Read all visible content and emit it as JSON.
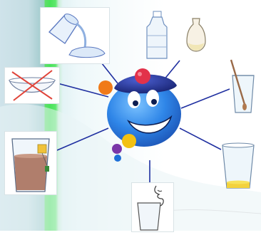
{
  "scene": {
    "character": "blue-smiling-blob-mascot-with-beret",
    "items": [
      {
        "id": "water-pouring-jug",
        "icon": "pouring-glass-icon"
      },
      {
        "id": "plastic-bottle",
        "icon": "bottle-icon"
      },
      {
        "id": "glass-vase",
        "icon": "vase-icon"
      },
      {
        "id": "crossed-out-bowl",
        "icon": "crossed-bowl-icon"
      },
      {
        "id": "glass-with-spoon",
        "icon": "spoon-glass-icon"
      },
      {
        "id": "tea-glass",
        "icon": "tea-glass-icon"
      },
      {
        "id": "glass-with-oil",
        "icon": "oil-glass-icon"
      },
      {
        "id": "smelling-glass",
        "icon": "nose-glass-icon"
      }
    ]
  },
  "colors": {
    "mascot_body": "#2f86e8",
    "beret": "#1f2f8a",
    "green_stripe": "#49e35a",
    "connector": "#1f2fa0"
  }
}
